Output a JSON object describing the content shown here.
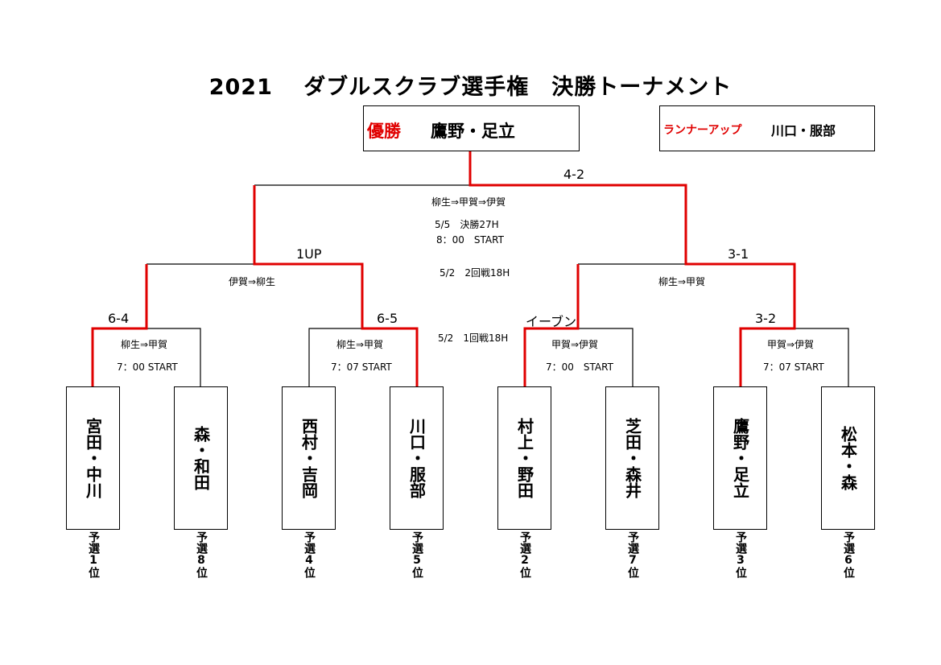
{
  "title": "2021　 ダブルスクラブ選手権　決勝トーナメント",
  "champion": {
    "label": "優勝",
    "name": "鷹野・足立"
  },
  "runner_up": {
    "label": "ランナーアップ",
    "name": "川口・服部"
  },
  "players": [
    {
      "name": "宮田・中川",
      "rank": "予選1位"
    },
    {
      "name": "森・和田",
      "rank": "予選8位"
    },
    {
      "name": "西村・吉岡",
      "rank": "予選4位"
    },
    {
      "name": "川口・服部",
      "rank": "予選5位"
    },
    {
      "name": "村上・野田",
      "rank": "予選2位"
    },
    {
      "name": "芝田・森井",
      "rank": "予選7位"
    },
    {
      "name": "鷹野・足立",
      "rank": "予選3位"
    },
    {
      "name": "松本・森",
      "rank": "予選6位"
    }
  ],
  "round1": [
    {
      "score": "6-4",
      "order": "柳生⇒甲賀",
      "time": "7：00 START"
    },
    {
      "score": "6-5",
      "order": "柳生⇒甲賀",
      "time": "7：07 START"
    },
    {
      "score": "イーブン",
      "order": "甲賀⇒伊賀",
      "time": "7：00　START"
    },
    {
      "score": "3-2",
      "order": "甲賀⇒伊賀",
      "time": "7：07 START"
    }
  ],
  "semis": [
    {
      "score": "1UP",
      "order": "伊賀⇒柳生"
    },
    {
      "score": "3-1",
      "order": "柳生⇒甲賀"
    }
  ],
  "final": {
    "score": "4-2",
    "order": "柳生⇒甲賀⇒伊賀"
  },
  "schedule": {
    "final_date": "5/5　決勝27H",
    "final_time": "8：00　START",
    "round2": "5/2　2回戦18H",
    "round1": "5/2　1回戦18H"
  },
  "colors": {
    "winner_path": "#e00000",
    "line": "#000000"
  }
}
